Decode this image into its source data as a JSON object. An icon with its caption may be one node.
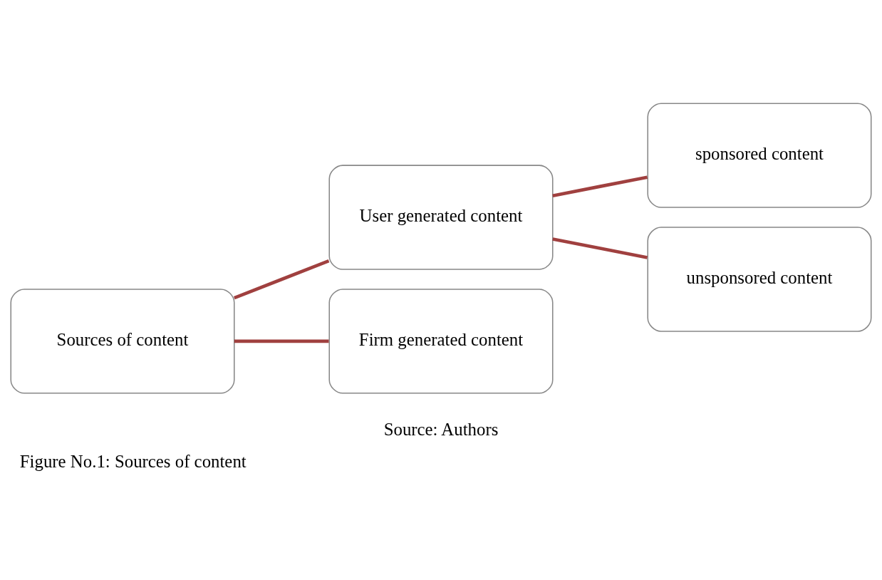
{
  "diagram": {
    "caption": "Figure No.1: Sources of content",
    "nodes": [
      {
        "text": [
          "Sources of content"
        ]
      },
      {
        "text": [
          "User generated content"
        ]
      },
      {
        "text": [
          "Firm generated content"
        ]
      },
      {
        "text": [
          "sponsored content"
        ]
      },
      {
        "text": [
          "unsponsored content"
        ]
      }
    ],
    "edges": [
      {
        "from": 0,
        "to": 1,
        "arrow": "none"
      },
      {
        "from": 0,
        "to": 2,
        "arrow": "none"
      },
      {
        "from": 1,
        "to": 3,
        "arrow": "none"
      },
      {
        "from": 1,
        "to": 4,
        "arrow": "none"
      }
    ],
    "labels": [
      "Source: Authors"
    ]
  }
}
